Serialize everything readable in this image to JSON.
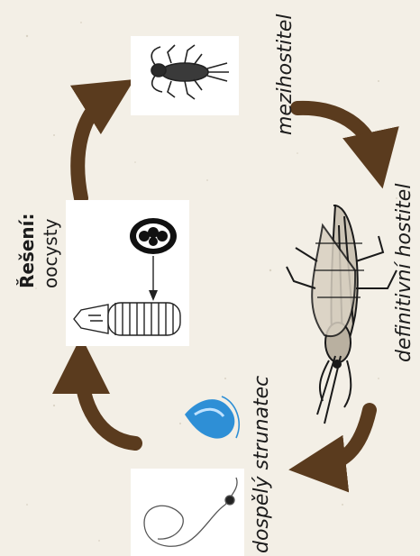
{
  "labels": {
    "intermediate_host": "mezihostitel",
    "definitive_host": "definitivní hostitel",
    "adult_worm": "dospělý strunatec",
    "solution_heading": "Řešení:",
    "solution_answer": "oocysty"
  },
  "colors": {
    "background": "#f3efe6",
    "arrow": "#5a3b1e",
    "water_drop": "#2e8fd6",
    "ink": "#1c1c1c"
  },
  "icons": {
    "intermediate_host": "water-insect-larva-icon",
    "definitive_host": "grasshopper-icon",
    "adult_worm": "hairworm-icon",
    "water": "water-drop-icon",
    "oocysts": "oocyst-cluster-icon",
    "larva": "larva-icon"
  }
}
